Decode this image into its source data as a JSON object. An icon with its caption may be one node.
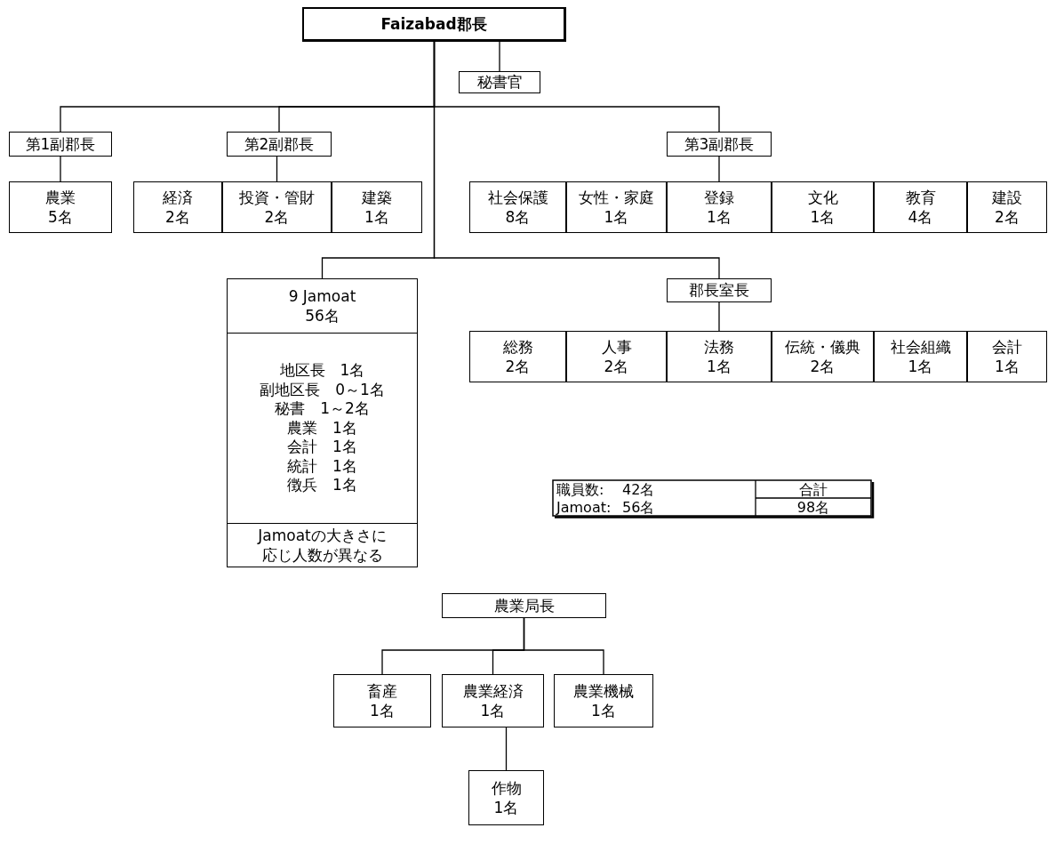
{
  "diagram": {
    "nodes": [
      {
        "text": [
          "Faizabad郡長"
        ]
      },
      {
        "text": [
          "秘書官"
        ]
      },
      {
        "text": [
          "第1副郡長"
        ]
      },
      {
        "text": [
          "農業 5名"
        ]
      },
      {
        "text": [
          "第2副郡長"
        ]
      },
      {
        "text": [
          "経済 2名"
        ]
      },
      {
        "text": [
          "投資・管財 2名"
        ]
      },
      {
        "text": [
          "建築 1名"
        ]
      },
      {
        "text": [
          "第3副郡長"
        ]
      },
      {
        "text": [
          "社会保護 8名"
        ]
      },
      {
        "text": [
          "女性・家庭 1名"
        ]
      },
      {
        "text": [
          "登録 1名"
        ]
      },
      {
        "text": [
          "文化 1名"
        ]
      },
      {
        "text": [
          "教育 4名"
        ]
      },
      {
        "text": [
          "建設 2名"
        ]
      },
      {
        "text": [
          "9 Jamoat 56名",
          "地区長　1名",
          "副地区長　0～1名",
          "秘書　1～2名",
          "農業　1名",
          "会計　1名",
          "統計　1名",
          "徴兵　1名",
          "Jamoatの大きさに応じ人数が異なる"
        ]
      },
      {
        "text": [
          "郡長室長"
        ]
      },
      {
        "text": [
          "総務 2名"
        ]
      },
      {
        "text": [
          "人事 2名"
        ]
      },
      {
        "text": [
          "法務 1名"
        ]
      },
      {
        "text": [
          "伝統・儀典 2名"
        ]
      },
      {
        "text": [
          "社会組織 1名"
        ]
      },
      {
        "text": [
          "会計 1名"
        ]
      },
      {
        "text": [
          "農業局長"
        ]
      },
      {
        "text": [
          "畜産 1名"
        ]
      },
      {
        "text": [
          "農業経済 1名"
        ]
      },
      {
        "text": [
          "農業機械 1名"
        ]
      },
      {
        "text": [
          "作物 1名"
        ]
      }
    ],
    "edges": [
      {
        "from": 0,
        "to": 1,
        "arrow": "none"
      },
      {
        "from": 0,
        "to": 2,
        "arrow": "none"
      },
      {
        "from": 0,
        "to": 4,
        "arrow": "none"
      },
      {
        "from": 0,
        "to": 8,
        "arrow": "none"
      },
      {
        "from": 2,
        "to": 3,
        "arrow": "none"
      },
      {
        "from": 4,
        "to": 6,
        "arrow": "none"
      },
      {
        "from": 8,
        "to": 11,
        "arrow": "none"
      },
      {
        "from": 0,
        "to": 15,
        "arrow": "none"
      },
      {
        "from": 0,
        "to": 16,
        "arrow": "none"
      },
      {
        "from": 16,
        "to": 19,
        "arrow": "none"
      },
      {
        "from": 23,
        "to": 24,
        "arrow": "none"
      },
      {
        "from": 23,
        "to": 25,
        "arrow": "none"
      },
      {
        "from": 23,
        "to": 26,
        "arrow": "none"
      },
      {
        "from": 25,
        "to": 27,
        "arrow": "none"
      }
    ],
    "labels": [
      "職員数:",
      "42名",
      "合計",
      "Jamoat:",
      "56名",
      "98名"
    ]
  }
}
